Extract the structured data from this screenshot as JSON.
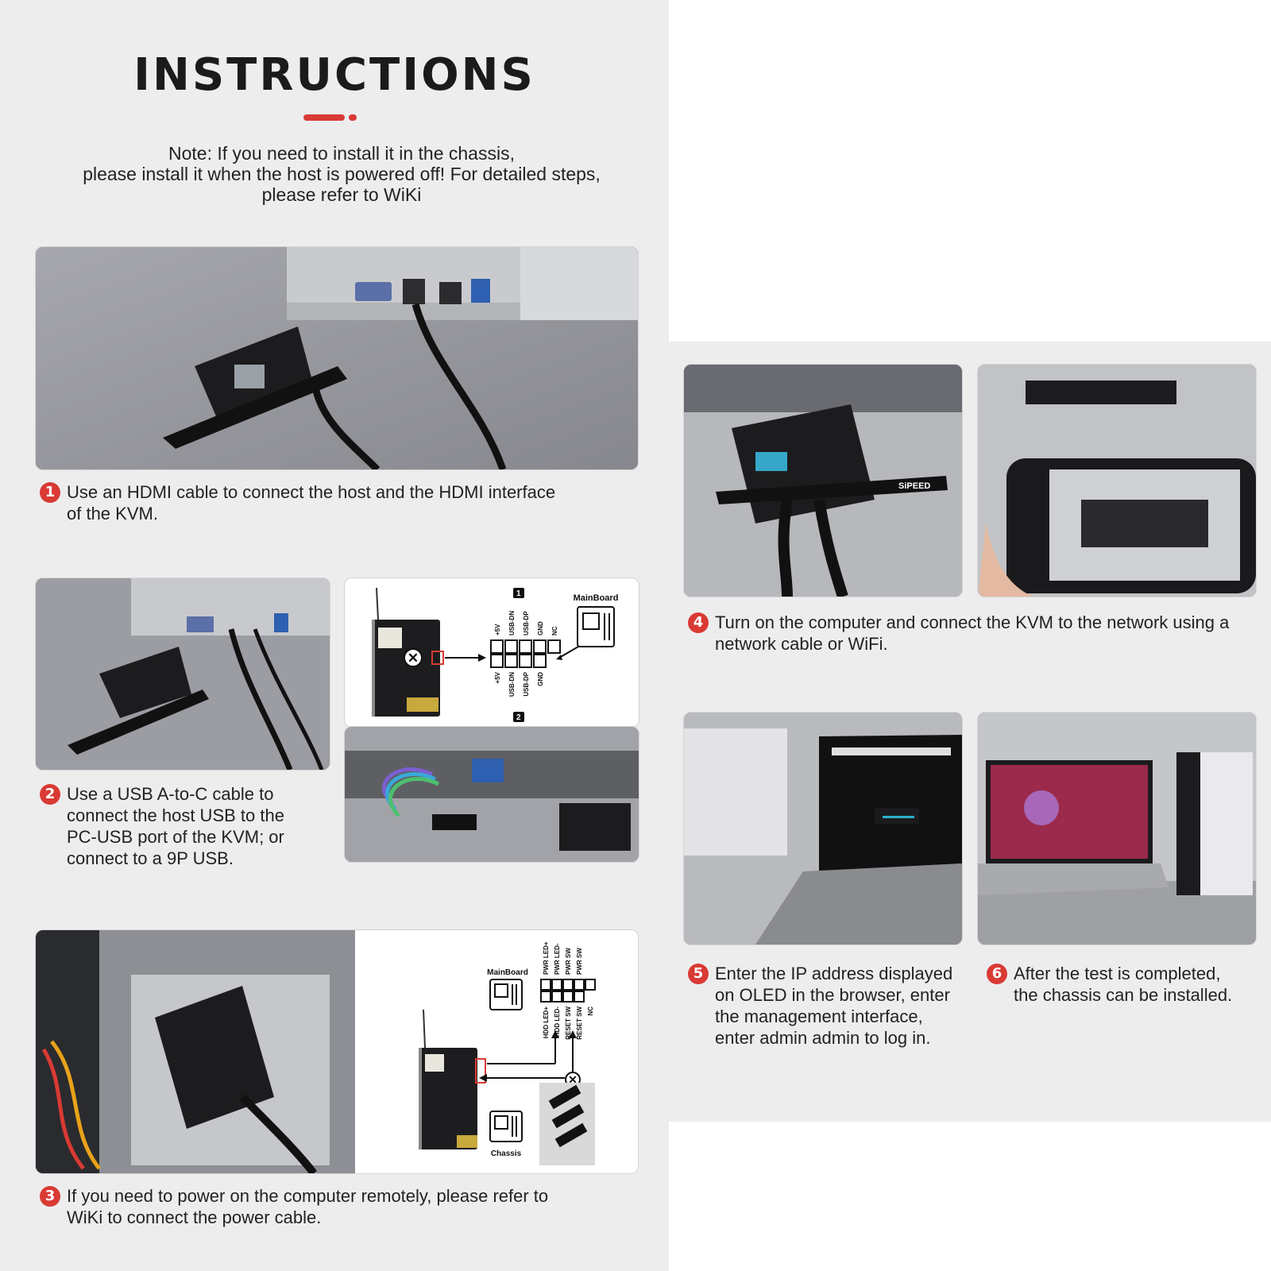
{
  "title": "INSTRUCTIONS",
  "note": {
    "line1": "Note: If you need to install it in the chassis,",
    "line2": "please install it when the host is powered off! For detailed steps,",
    "line3": "please refer to WiKi"
  },
  "colors": {
    "accent": "#d93a34",
    "panel": "#ededee",
    "text": "#1e1e1e"
  },
  "steps": [
    {
      "number": "1",
      "lines": [
        "Use an HDMI cable to connect the host and the HDMI interface",
        "of the KVM."
      ]
    },
    {
      "number": "2",
      "lines": [
        "Use a USB A-to-C cable to",
        "connect the host USB to the",
        "PC-USB port of the KVM; or",
        "connect to a 9P USB."
      ]
    },
    {
      "number": "3",
      "lines": [
        "If you need to power on the computer remotely, please refer to",
        "WiKi to connect the power cable."
      ]
    },
    {
      "number": "4",
      "lines": [
        "Turn on the computer and connect the KVM to the network using a",
        "network cable or WiFi."
      ]
    },
    {
      "number": "5",
      "lines": [
        "Enter the IP address displayed",
        "on OLED in the browser, enter",
        "the management interface,",
        "enter admin admin to log in."
      ]
    },
    {
      "number": "6",
      "lines": [
        "After the test is completed,",
        "the chassis can be installed."
      ]
    }
  ],
  "diagrams": {
    "usb": {
      "mainboard": "MainBoard",
      "pins_top": [
        "+5V",
        "USB-DN",
        "USB-DP",
        "GND",
        "NC"
      ],
      "pins_bottom": [
        "+5V",
        "USB-DN",
        "USB-DP",
        "GND"
      ],
      "row_top": "1",
      "row_bottom": "2"
    },
    "power": {
      "mainboard": "MainBoard",
      "chassis": "Chassis",
      "pins_top": [
        "PWR LED+",
        "PWR LED-",
        "PWR SW",
        "PWR SW"
      ],
      "pins_bottom": [
        "HDD LED+",
        "HDD LED-",
        "RESET SW",
        "RESET SW",
        "NC"
      ]
    },
    "bracket_brand": "SiPEED"
  }
}
